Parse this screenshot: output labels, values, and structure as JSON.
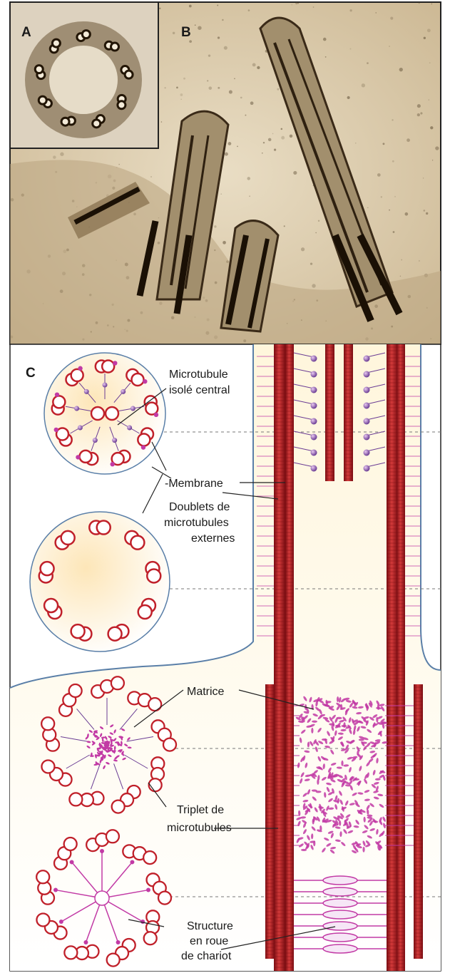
{
  "panels": {
    "a": "A",
    "b": "B",
    "c": "C"
  },
  "labels": {
    "central_microtubule": [
      "Microtubule",
      "isolé central"
    ],
    "membrane": [
      "-Membrane"
    ],
    "outer_doublets": [
      "Doublets de",
      "microtubules",
      "externes"
    ],
    "matrix": [
      "Matrice"
    ],
    "triplet": [
      "Triplet de",
      "microtubules"
    ],
    "cartwheel": [
      "Structure",
      "en roue",
      "de chariot"
    ]
  },
  "colors": {
    "microtubule": "#c0202a",
    "microtubule_dark": "#7a0d12",
    "matrix": "#c23aa5",
    "membrane": "#5a7fa8",
    "cytoplasm": "#fff2cf",
    "micrograph_bg": "#d9c8a9"
  }
}
